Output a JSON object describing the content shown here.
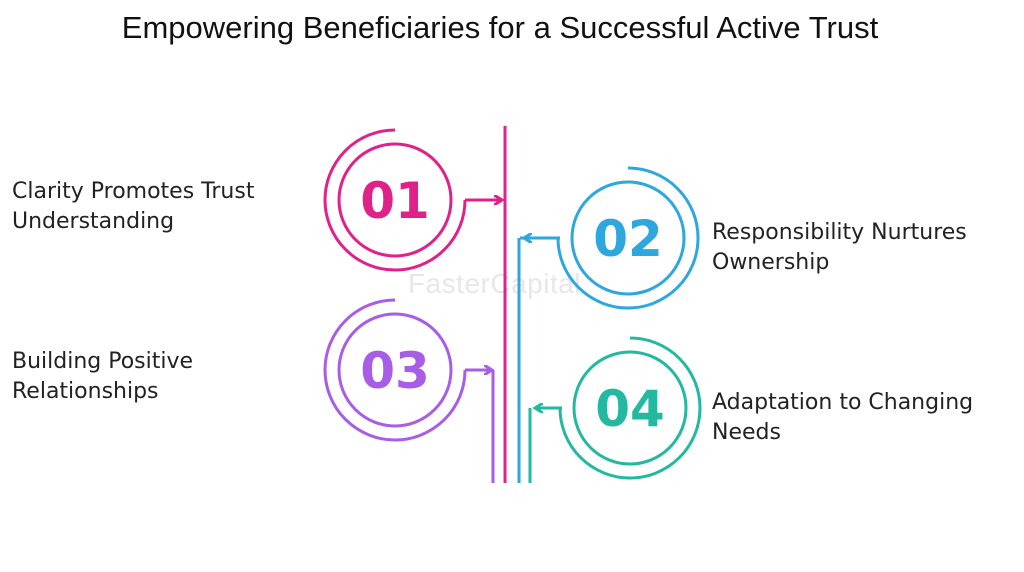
{
  "title": "Empowering Beneficiaries for a Successful Active Trust",
  "watermark": "FasterCapital",
  "steps": [
    {
      "number": "01",
      "line1": "Clarity Promotes Trust",
      "line2": "Understanding",
      "color": "#e0218a"
    },
    {
      "number": "02",
      "line1": "Responsibility Nurtures",
      "line2": "Ownership",
      "color": "#2ea6de"
    },
    {
      "number": "03",
      "line1": "Building Positive",
      "line2": "Relationships",
      "color": "#a85de6"
    },
    {
      "number": "04",
      "line1": "Adaptation to Changing",
      "line2": "Needs",
      "color": "#22b9a0"
    }
  ]
}
